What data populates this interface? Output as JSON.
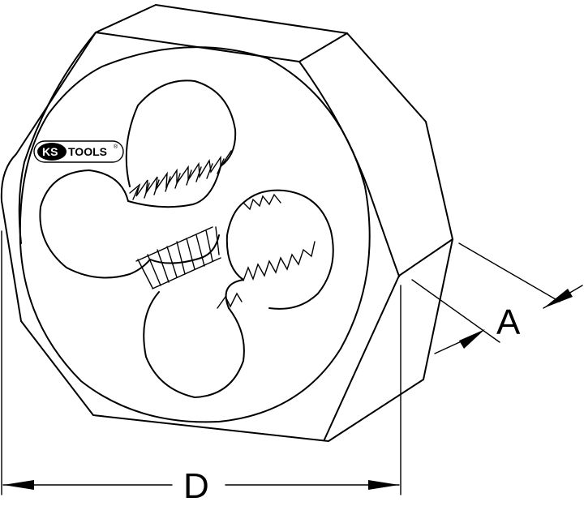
{
  "logo": {
    "brand_ks": "KS",
    "brand_tools": "TOOLS",
    "registered": "®"
  },
  "dimensions": {
    "across_flats_label": "D",
    "thickness_label": "A"
  },
  "colors": {
    "line": "#000000",
    "background": "#ffffff"
  }
}
